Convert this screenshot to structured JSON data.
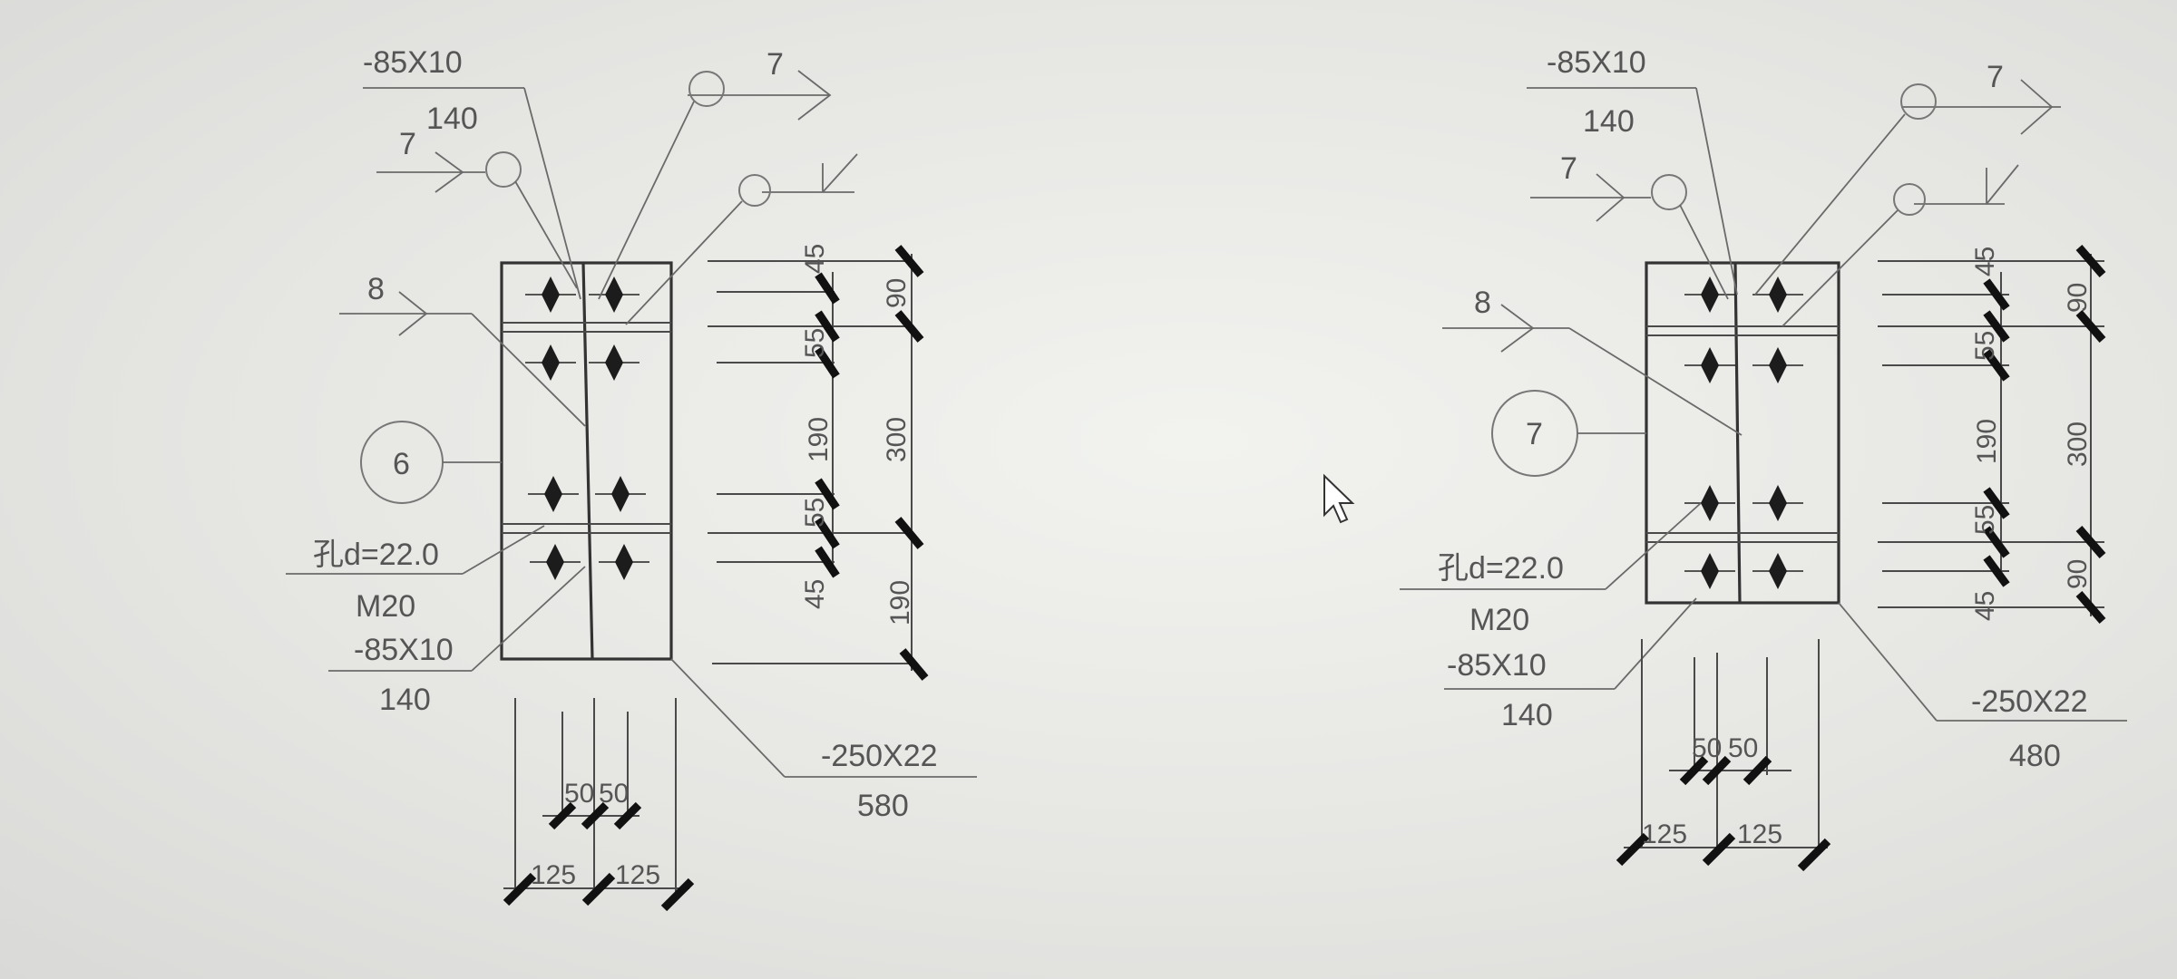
{
  "left": {
    "plate_top": "-85X10",
    "plate_top_len": "140",
    "weld_a": "7",
    "weld_b": "7",
    "weld_c": "8",
    "detail_no": "6",
    "hole": "孔d=22.0",
    "bolt": "M20",
    "plate_bot": "-85X10",
    "plate_bot_len": "140",
    "end_plate": "-250X22",
    "end_plate_len": "580",
    "dim_45_top": "45",
    "dim_55_top": "55",
    "dim_190": "190",
    "dim_55_bot": "55",
    "dim_45_bot": "45",
    "dim_90": "90",
    "dim_300": "300",
    "dim_190_right": "190",
    "dim_50a": "50",
    "dim_50b": "50",
    "dim_125a": "125",
    "dim_125b": "125"
  },
  "right": {
    "plate_top": "-85X10",
    "plate_top_len": "140",
    "weld_a": "7",
    "weld_b": "7",
    "weld_c": "8",
    "detail_no": "7",
    "hole": "孔d=22.0",
    "bolt": "M20",
    "plate_bot": "-85X10",
    "plate_bot_len": "140",
    "end_plate": "-250X22",
    "end_plate_len": "480",
    "dim_45_top": "45",
    "dim_55_top": "55",
    "dim_190": "190",
    "dim_55_bot": "55",
    "dim_45_bot": "45",
    "dim_90_top": "90",
    "dim_300": "300",
    "dim_90_bot": "90",
    "dim_50a": "50",
    "dim_50b": "50",
    "dim_125a": "125",
    "dim_125b": "125"
  },
  "icons": {
    "cursor": "mouse-pointer-icon"
  }
}
